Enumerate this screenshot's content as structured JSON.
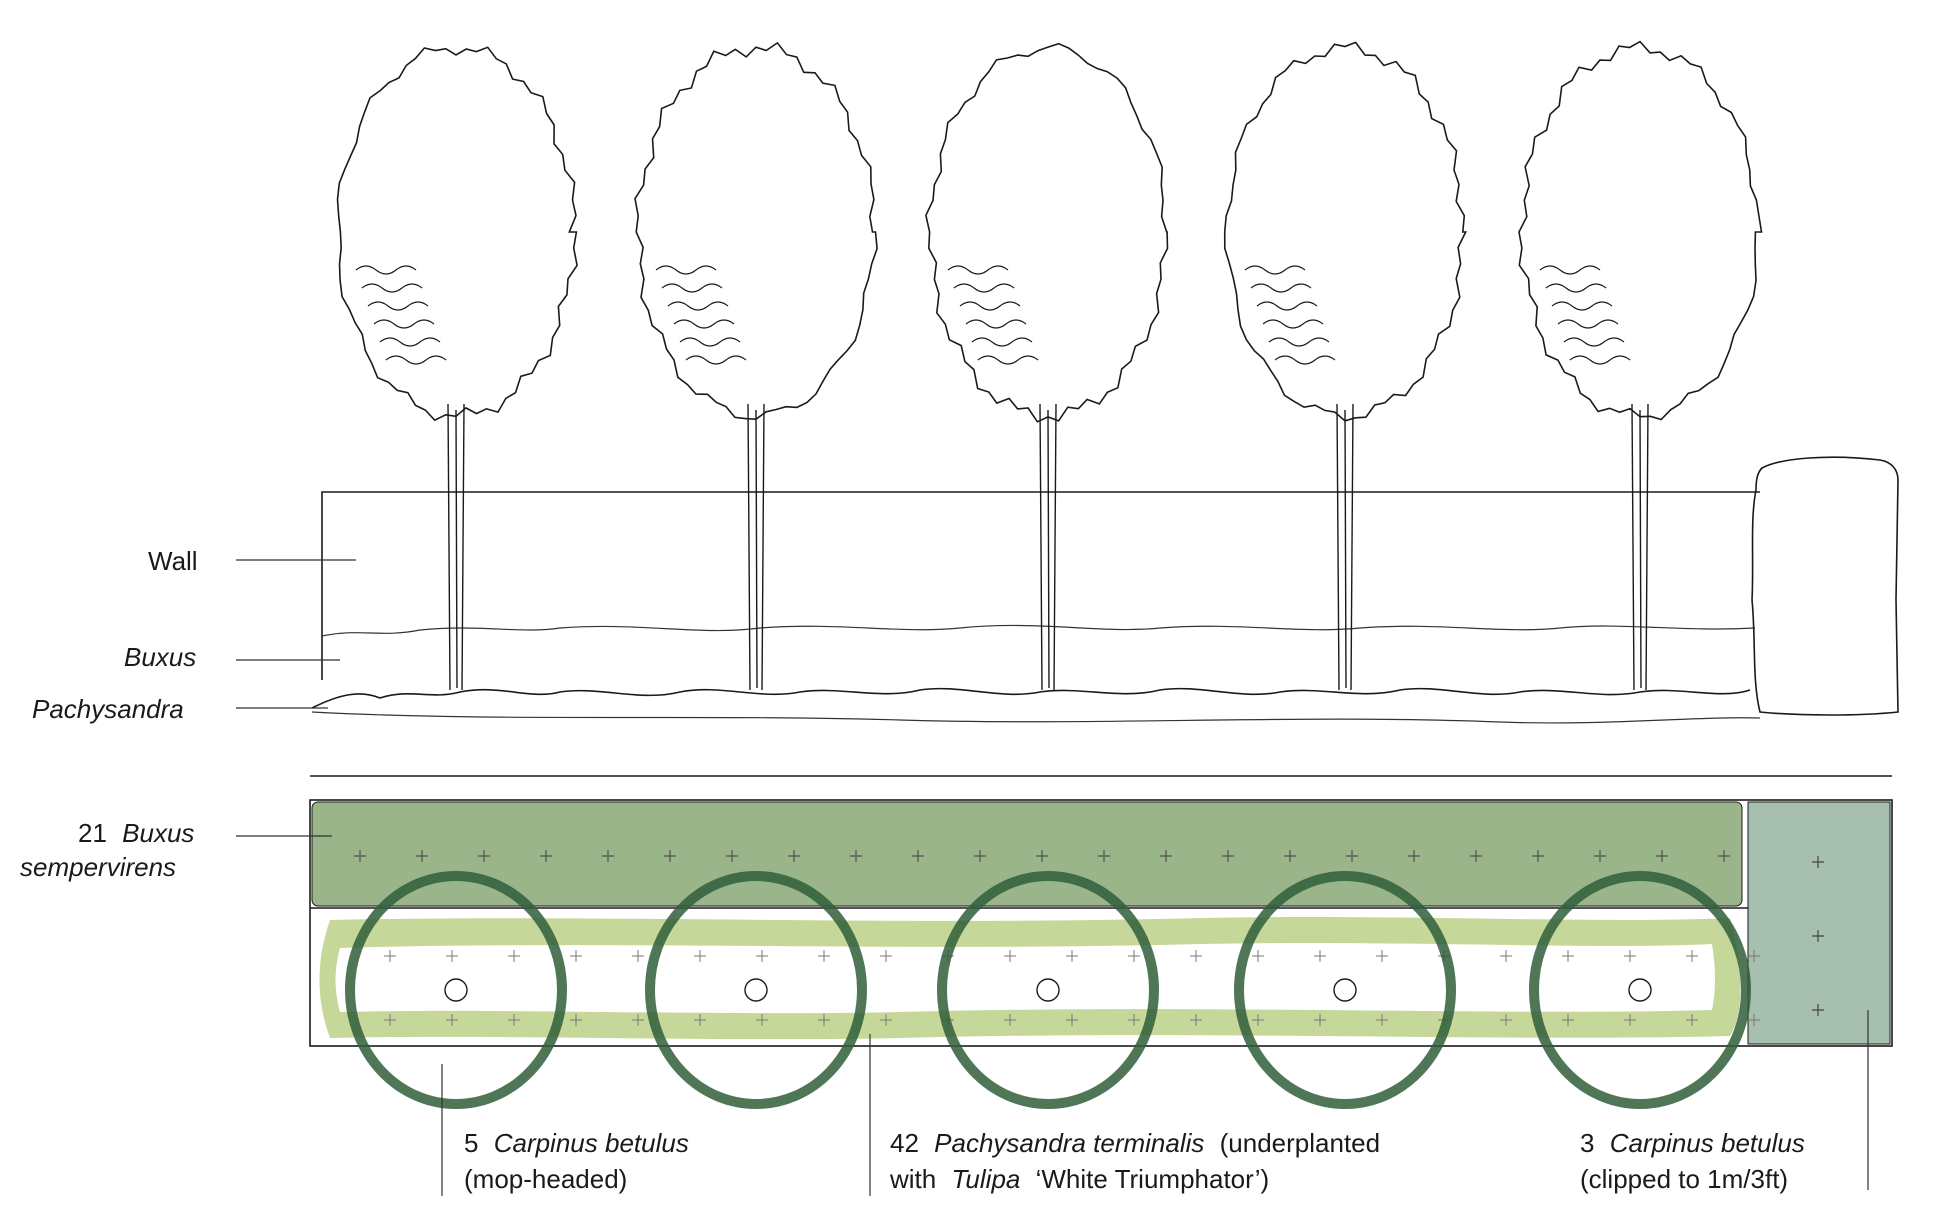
{
  "colors": {
    "box_hedge": "#9bb58a",
    "pachysandra": "#c6d79a",
    "canopy_ring": "#2f5e3a",
    "clipped_hornbeam": "#a7bfae",
    "line": "#1a1a1a"
  },
  "elevation": {
    "labels": {
      "wall": "Wall",
      "buxus": "Buxus",
      "pachysandra": "Pachysandra"
    },
    "tree_count": 5
  },
  "plan": {
    "buxus_label": {
      "count": "21",
      "name_line1": "Buxus",
      "name_line2": "sempervirens"
    },
    "carpinus_mop": {
      "count": "5",
      "name": "Carpinus betulus",
      "note": "(mop-headed)"
    },
    "pachysandra": {
      "count": "42",
      "name": "Pachysandra terminalis",
      "note": "(underplanted",
      "with": "with",
      "tulip_genus": "Tulipa",
      "tulip_cultivar": "‘White Triumphator’)"
    },
    "carpinus_clipped": {
      "count": "3",
      "name": "Carpinus betulus",
      "note": "(clipped to 1m/3ft)"
    }
  }
}
